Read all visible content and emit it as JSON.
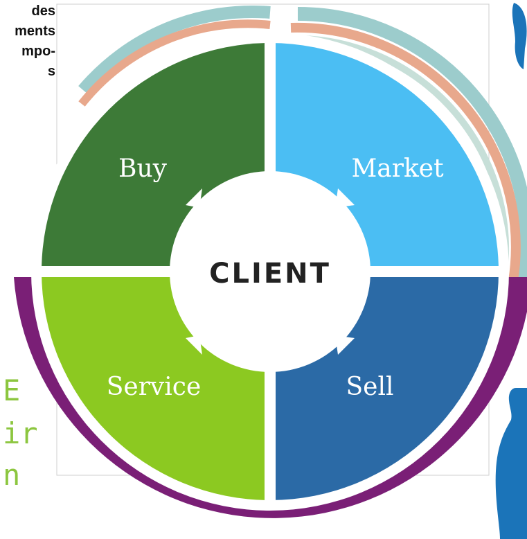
{
  "side_text_lines": [
    "des",
    "ments",
    "mpo-",
    "s"
  ],
  "diagram": {
    "center_label": "CLIENT",
    "segments": [
      {
        "label": "Buy",
        "color": "#3d7a37"
      },
      {
        "label": "Market",
        "color": "#4bbef3"
      },
      {
        "label": "Service",
        "color": "#8cc921"
      },
      {
        "label": "Sell",
        "color": "#2b6aa6"
      }
    ],
    "outer_ring_colors": [
      "#9ccccc",
      "#e8a88c",
      "#c7dfd8"
    ],
    "base_arc_color": "#7a1f76"
  },
  "decorations": {
    "left_partial_text_lines": [
      "E",
      "ir",
      "n"
    ],
    "left_partial_text_color": "#8cc63f",
    "right_silhouette_color": "#1b74b9"
  }
}
